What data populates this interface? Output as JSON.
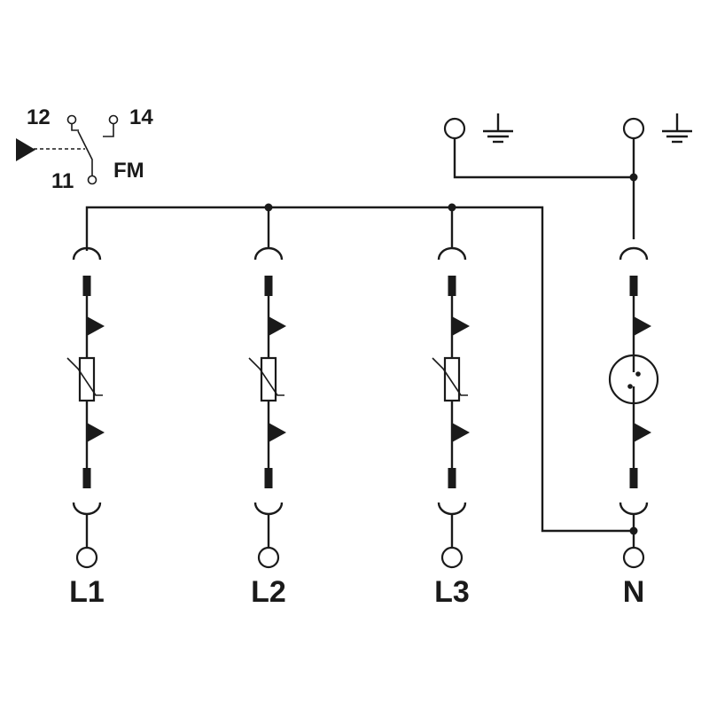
{
  "fm_contact": {
    "label": "FM",
    "pins": [
      "12",
      "14",
      "11"
    ]
  },
  "ground_symbols": [
    "ground-icon",
    "ground-icon"
  ],
  "phases": [
    {
      "label": "L1",
      "element": "varistor"
    },
    {
      "label": "L2",
      "element": "varistor"
    },
    {
      "label": "L3",
      "element": "varistor"
    },
    {
      "label": "N",
      "element": "gas-discharge-tube"
    }
  ]
}
